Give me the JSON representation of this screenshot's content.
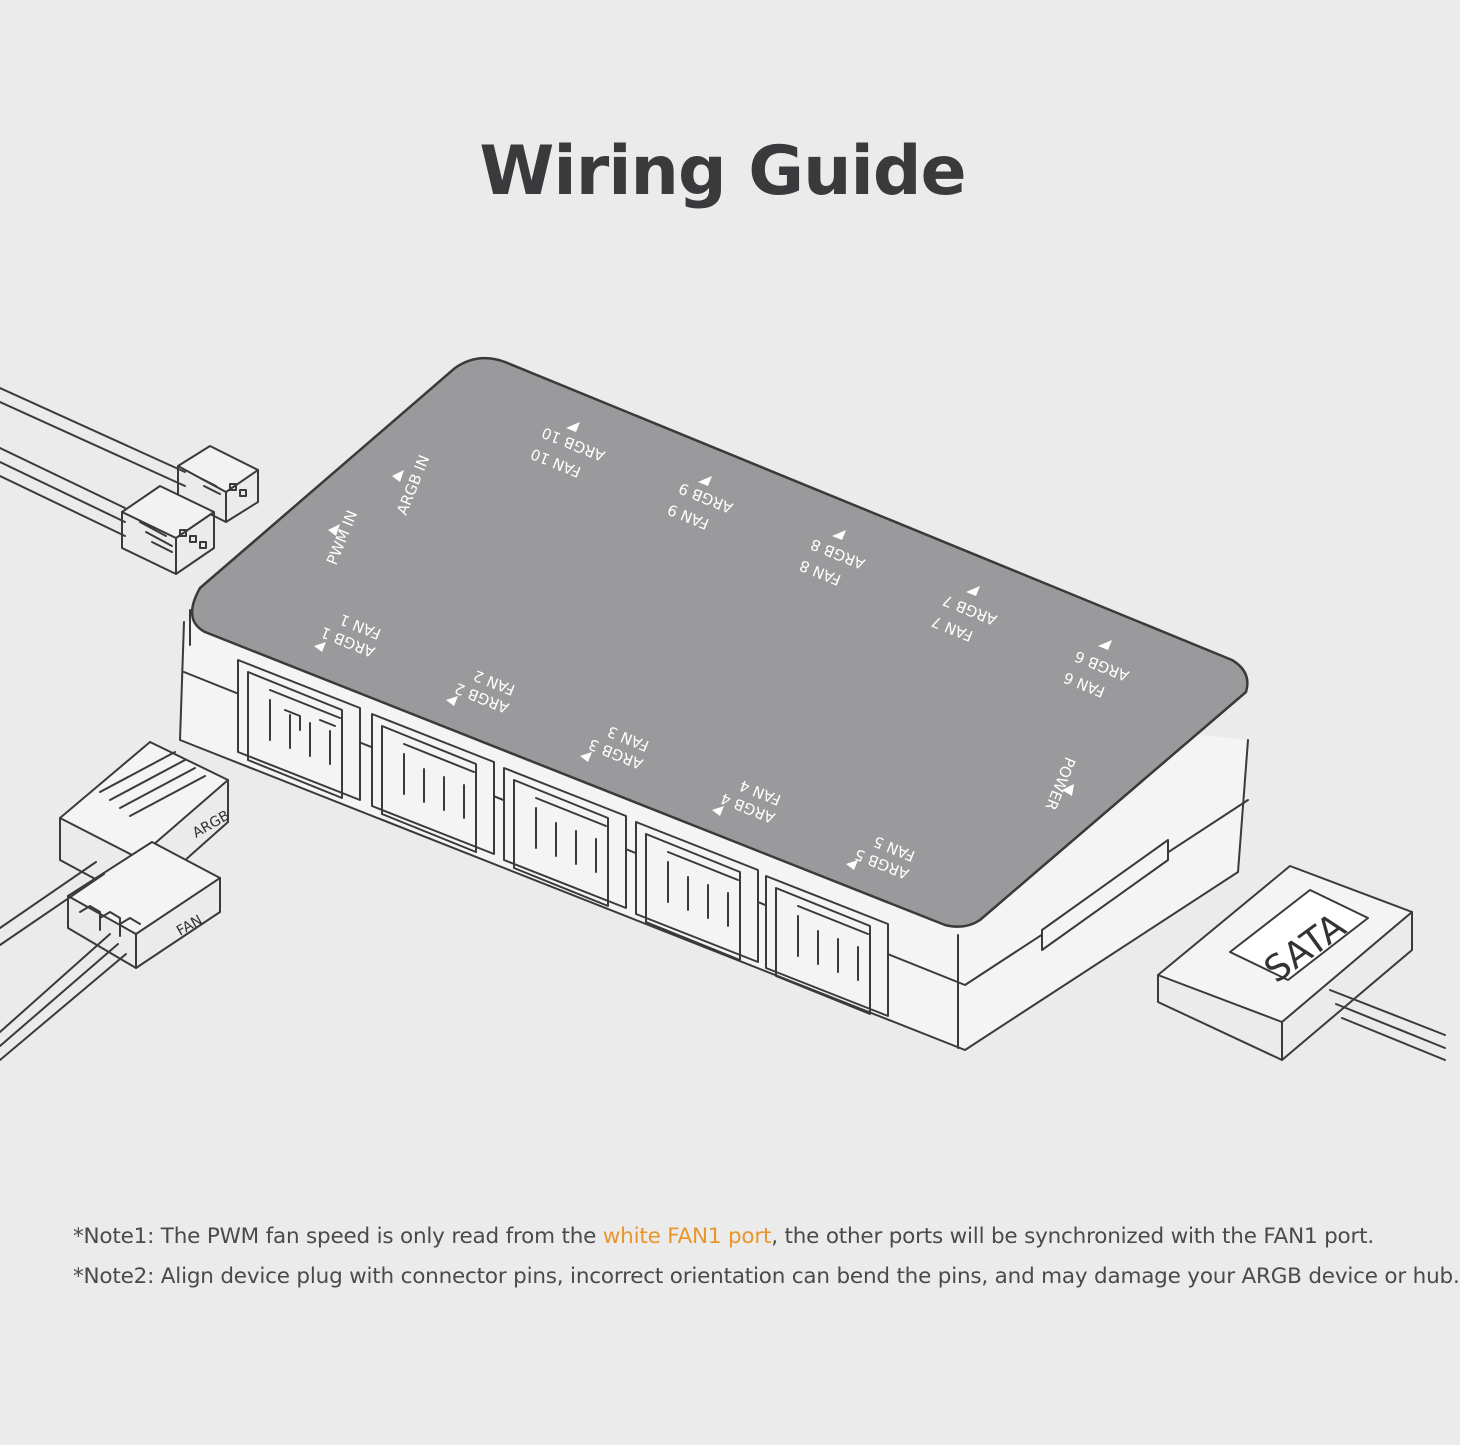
{
  "title": "Wiring Guide",
  "hub": {
    "top_labels": [
      {
        "fan": "FAN 10",
        "argb": "ARGB 10"
      },
      {
        "fan": "FAN 9",
        "argb": "ARGB 9"
      },
      {
        "fan": "FAN 8",
        "argb": "ARGB 8"
      },
      {
        "fan": "FAN 7",
        "argb": "ARGB 7"
      },
      {
        "fan": "FAN 6",
        "argb": "ARGB 6"
      }
    ],
    "bottom_labels": [
      {
        "fan": "FAN 1",
        "argb": "ARGB 1"
      },
      {
        "fan": "FAN 2",
        "argb": "ARGB 2"
      },
      {
        "fan": "FAN 3",
        "argb": "ARGB 3"
      },
      {
        "fan": "FAN 4",
        "argb": "ARGB 4"
      },
      {
        "fan": "FAN 5",
        "argb": "ARGB 5"
      }
    ],
    "argb_in": "ARGB IN",
    "pwm_in": "PWM IN",
    "power": "POWER"
  },
  "connectors": {
    "argb": "ARGB",
    "fan": "FAN",
    "sata": "SATA"
  },
  "colors": {
    "background": "#ebebec",
    "hub_top": "#9a9a9c",
    "highlight": "#e8962a"
  },
  "notes": {
    "note1_pre": "*Note1: The PWM fan speed is only read from the ",
    "note1_highlight": "white FAN1 port",
    "note1_post": ", the other ports will be synchronized with the FAN1 port.",
    "note2": "*Note2: Align device plug with connector pins, incorrect orientation can bend the pins, and may damage your ARGB device or hub."
  }
}
